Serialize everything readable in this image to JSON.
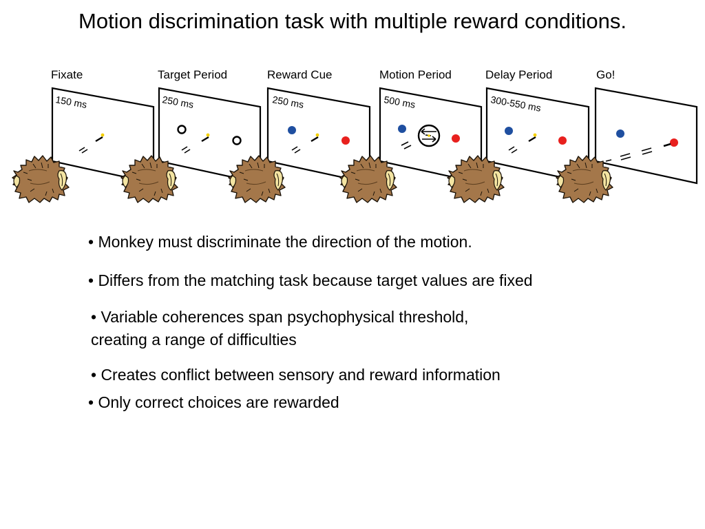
{
  "title": "Motion discrimination task with multiple reward conditions.",
  "panels": [
    {
      "label": "Fixate",
      "duration": "150 ms",
      "targets": "none"
    },
    {
      "label": "Target Period",
      "duration": "250 ms",
      "targets": "open-circles"
    },
    {
      "label": "Reward Cue",
      "duration": "250 ms",
      "targets": "blue-red"
    },
    {
      "label": "Motion Period",
      "duration": "500 ms",
      "targets": "blue-red-motion"
    },
    {
      "label": "Delay Period",
      "duration": "300-550 ms",
      "targets": "blue-red"
    },
    {
      "label": "Go!",
      "duration": "",
      "targets": "blue-red-saccade"
    }
  ],
  "colors": {
    "blue_target": "#1f4fa0",
    "red_target": "#e8201e",
    "fixation": "#f5d000",
    "monkey_fur": "#a4774a",
    "monkey_face": "#f3e4a2"
  },
  "bullets": [
    "• Monkey must discriminate the direction of the motion.",
    "• Differs from the matching task because target values are fixed",
    "• Variable coherences span psychophysical threshold,",
    "creating a range of difficulties",
    "• Creates conflict between sensory and reward information",
    "• Only correct choices are rewarded"
  ]
}
